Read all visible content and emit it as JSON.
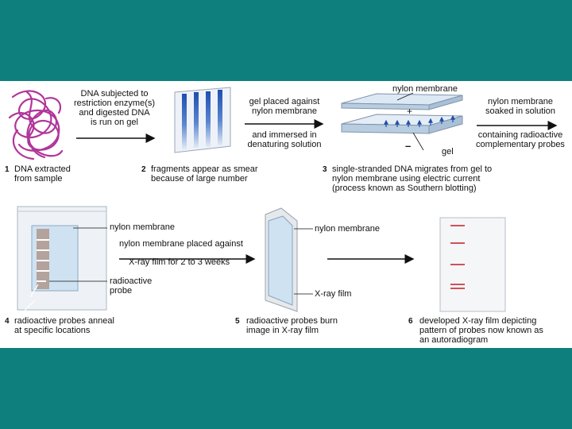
{
  "colors": {
    "background": "#0f7f7d",
    "panel": "#ffffff",
    "dna_strand": "#b0369a",
    "gel_band": "#3f6fc0",
    "membrane": "#cfe2f2",
    "film_band": "#c21b24",
    "probe_bar": "#b3a39c"
  },
  "step1": {
    "number": "1",
    "caption": "DNA extracted\nfrom sample",
    "arrow_label": "DNA subjected to\nrestriction enzyme(s)\nand digested DNA\nis run on gel"
  },
  "step2": {
    "number": "2",
    "caption": "fragments appear as smear\nbecause of large number",
    "arrow_label_top": "gel placed against\nnylon membrane",
    "arrow_label_bottom": "and immersed in\ndenaturing solution"
  },
  "step3": {
    "number": "3",
    "caption": "single-stranded DNA migrates from gel to\nnylon membrane using  electric current\n(process known as Southern blotting)",
    "membrane_label": "nylon membrane",
    "gel_label": "gel",
    "plus_sign": "+",
    "minus_sign": "–",
    "arrow_label_top": "nylon membrane\nsoaked in solution",
    "arrow_label_bottom": "containing radioactive\ncomplementary probes"
  },
  "step4": {
    "number": "4",
    "caption": "radioactive probes anneal\nat specific locations",
    "membrane_label": "nylon membrane",
    "probe_label": "radioactive\nprobe",
    "arrow_label_top": "nylon membrane placed against",
    "arrow_label_bottom": "X-ray film for 2 to 3 weeks"
  },
  "step5": {
    "number": "5",
    "caption": "radioactive probes burn\nimage in X-ray film",
    "membrane_label": "nylon membrane",
    "film_label": "X-ray film"
  },
  "step6": {
    "number": "6",
    "caption": "developed X-ray film depicting\npattern of probes now known as\nan autoradiogram"
  }
}
